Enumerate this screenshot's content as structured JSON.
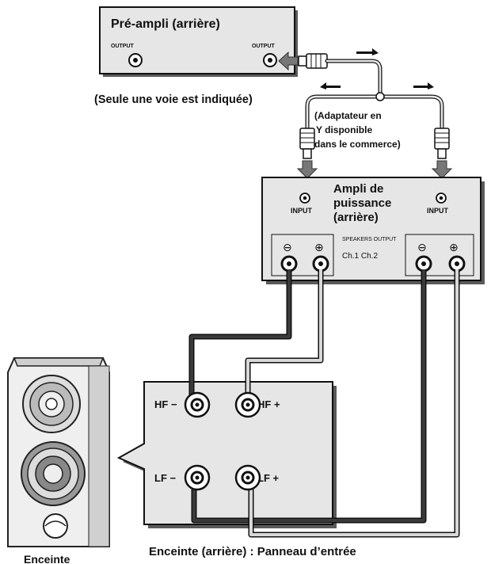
{
  "preamp": {
    "title": "Pré-ampli (arrière)",
    "output_left": "OUTPUT",
    "output_right": "OUTPUT",
    "note": "(Seule une voie est indiquée)"
  },
  "adapter": {
    "line1": "(Adaptateur en",
    "line2": "Y disponible",
    "line3": "dans le commerce)"
  },
  "power_amp": {
    "title_line1": "Ampli de",
    "title_line2": "puissance",
    "title_line3": "(arrière)",
    "input_left": "INPUT",
    "input_right": "INPUT",
    "speakers_output": "SPEAKERS OUTPUT",
    "channels": "Ch.1 Ch.2",
    "minus_symbol": "⊖",
    "plus_symbol": "⊕"
  },
  "panel": {
    "hf_minus": "HF −",
    "hf_plus": "HF +",
    "lf_minus": "LF −",
    "lf_plus": "LF +"
  },
  "speaker_label": "Enceinte",
  "panel_caption": "Enceinte (arrière) : Panneau d’entrée",
  "colors": {
    "panel_fill": "#e6e6e6",
    "dark_cable": "#3a3a3a",
    "light_cable": "#bdbdbd",
    "outline": "#111111"
  }
}
